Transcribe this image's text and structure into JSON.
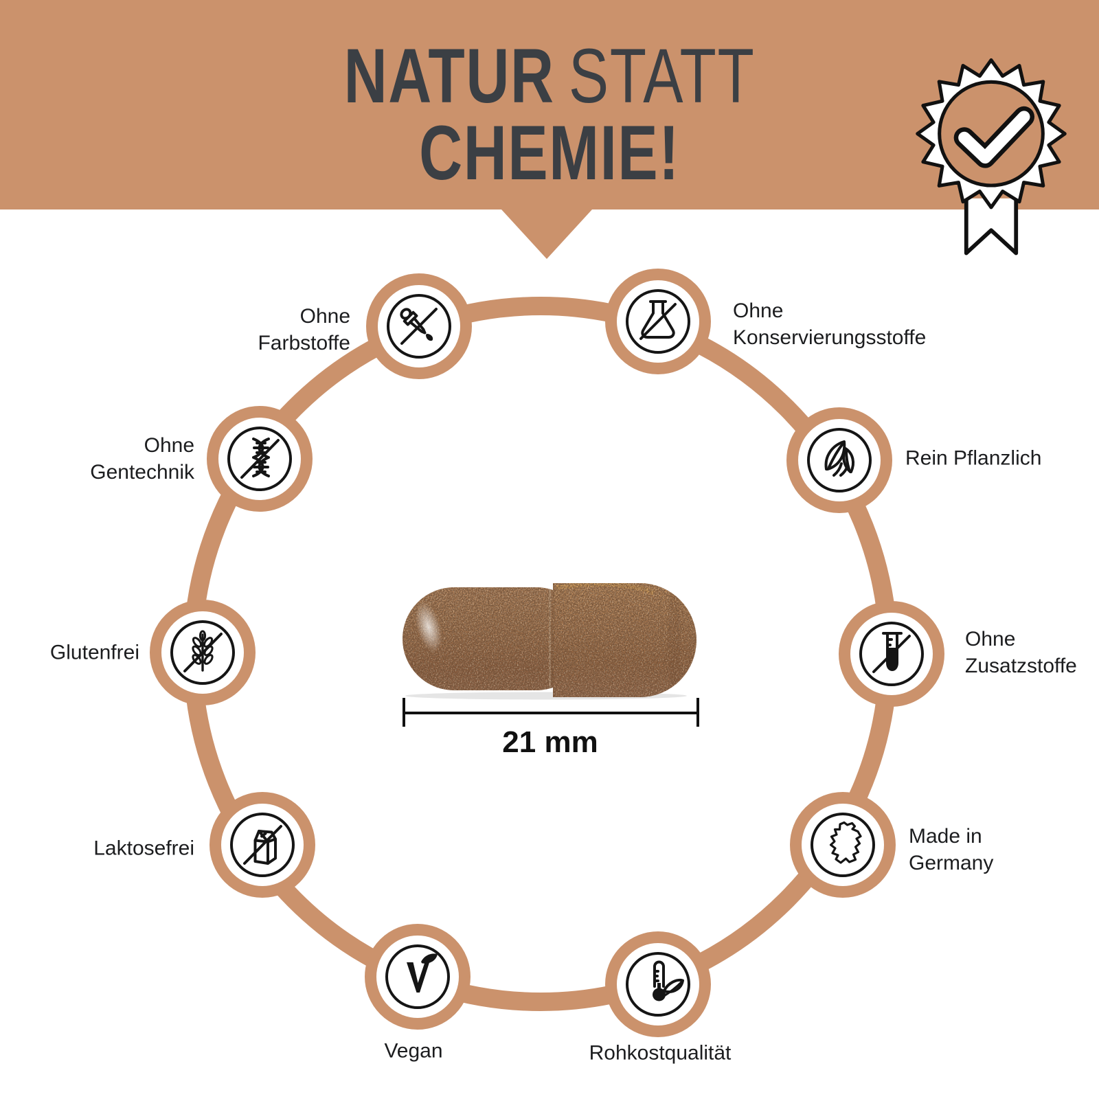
{
  "colors": {
    "copper": "#cb926c",
    "title_text": "#3b3f44",
    "label_text": "#1c1d1f",
    "icon_stroke": "#151515",
    "capsule_brown": "#a06e49"
  },
  "header": {
    "title_bold_1": "NATUR",
    "title_light": "STATT",
    "title_bold_2": "CHEMIE!"
  },
  "seal": {
    "icon": "rosette-checkmark-ribbon"
  },
  "capsule": {
    "length_label": "21 mm"
  },
  "badges": [
    {
      "label": "Ohne\nFarbstoffe",
      "icon": "no-dropper"
    },
    {
      "label": "Ohne\nKonservierungsstoffe",
      "icon": "no-flask"
    },
    {
      "label": "Rein Pflanzlich",
      "icon": "leaves"
    },
    {
      "label": "Ohne\nZusatzstoffe",
      "icon": "no-testtube"
    },
    {
      "label": "Made in\nGermany",
      "icon": "germany-map"
    },
    {
      "label": "Rohkostqualität",
      "icon": "thermometer-leaf"
    },
    {
      "label": "Vegan",
      "icon": "vegan-v-leaf"
    },
    {
      "label": "Laktosefrei",
      "icon": "no-milk-carton"
    },
    {
      "label": "Glutenfrei",
      "icon": "no-wheat"
    },
    {
      "label": "Ohne\nGentechnik",
      "icon": "no-dna"
    }
  ]
}
